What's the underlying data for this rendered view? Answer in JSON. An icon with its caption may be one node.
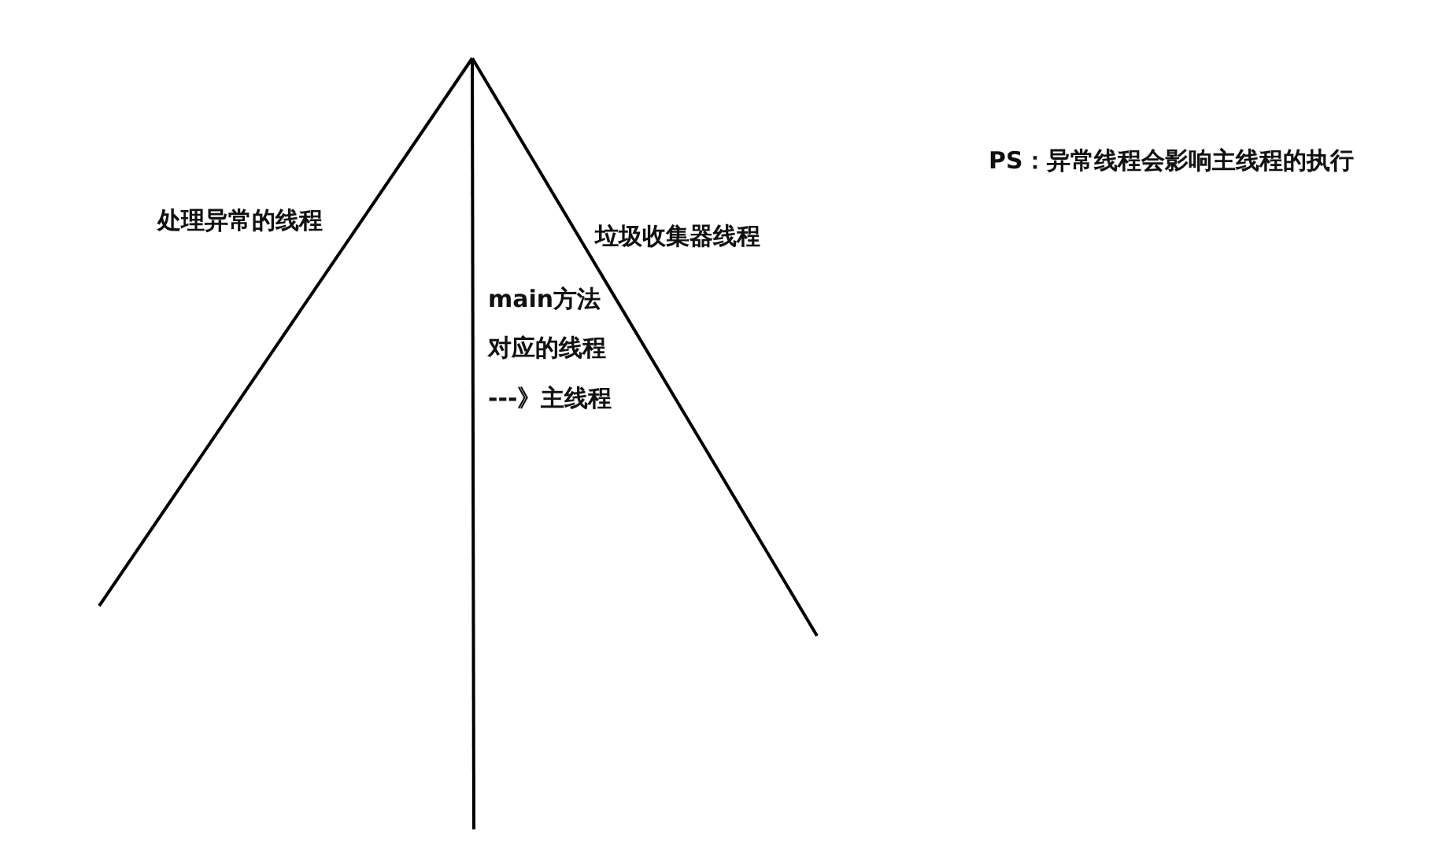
{
  "diagram": {
    "labels": [
      "处理异常的线程",
      "垃圾收集器线程",
      "main方法",
      "对应的线程",
      "---》主线程",
      "PS：异常线程会影响主线程的执行"
    ]
  }
}
